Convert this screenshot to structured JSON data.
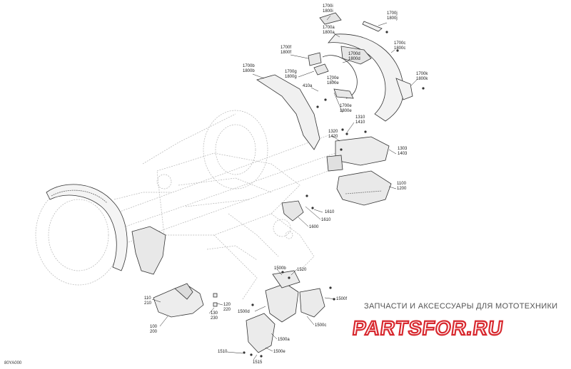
{
  "diagram": {
    "id_label": "80YA000",
    "callouts": [
      {
        "key": "c1",
        "lines": [
          "1700i",
          "1800i"
        ]
      },
      {
        "key": "c2",
        "lines": [
          "1700j",
          "1800j"
        ]
      },
      {
        "key": "c3",
        "lines": [
          "1700a",
          "1800a"
        ]
      },
      {
        "key": "c4",
        "lines": [
          "1700c",
          "1800c"
        ]
      },
      {
        "key": "c5",
        "lines": [
          "1700f",
          "1800f"
        ]
      },
      {
        "key": "c6",
        "lines": [
          "1700d",
          "1800d"
        ]
      },
      {
        "key": "c7",
        "lines": [
          "1700b",
          "1800b"
        ]
      },
      {
        "key": "c8",
        "lines": [
          "1700g",
          "1800g"
        ]
      },
      {
        "key": "c9",
        "lines": [
          "1700k",
          "1800k"
        ]
      },
      {
        "key": "c10",
        "lines": [
          "1700e",
          "1800e"
        ]
      },
      {
        "key": "c11",
        "lines": [
          "410a"
        ]
      },
      {
        "key": "c12",
        "lines": [
          "1700e",
          "1800e"
        ]
      },
      {
        "key": "c13",
        "lines": [
          "1310",
          "1410"
        ]
      },
      {
        "key": "c14",
        "lines": [
          "1320",
          "1420"
        ]
      },
      {
        "key": "c15",
        "lines": [
          "1303",
          "1403"
        ]
      },
      {
        "key": "c16",
        "lines": [
          "1100",
          "1200"
        ]
      },
      {
        "key": "c17",
        "lines": [
          "1610"
        ]
      },
      {
        "key": "c18",
        "lines": [
          "1610"
        ]
      },
      {
        "key": "c19",
        "lines": [
          "1600"
        ]
      },
      {
        "key": "c20",
        "lines": [
          "1500b"
        ]
      },
      {
        "key": "c21",
        "lines": [
          "1520"
        ]
      },
      {
        "key": "c22",
        "lines": [
          "1500f"
        ]
      },
      {
        "key": "c23",
        "lines": [
          "1500d"
        ]
      },
      {
        "key": "c24",
        "lines": [
          "1500c"
        ]
      },
      {
        "key": "c25",
        "lines": [
          "1500a"
        ]
      },
      {
        "key": "c26",
        "lines": [
          "1500e"
        ]
      },
      {
        "key": "c27",
        "lines": [
          "1510"
        ]
      },
      {
        "key": "c28",
        "lines": [
          "1515"
        ]
      },
      {
        "key": "c29",
        "lines": [
          "110",
          "210"
        ]
      },
      {
        "key": "c30",
        "lines": [
          "120",
          "220"
        ]
      },
      {
        "key": "c31",
        "lines": [
          "130",
          "230"
        ]
      },
      {
        "key": "c32",
        "lines": [
          "100",
          "200"
        ]
      }
    ]
  },
  "watermark": {
    "tagline": "ЗАПЧАСТИ И АКСЕССУАРЫ ДЛЯ МОТОТЕХНИКИ",
    "brand": "PARTSFOR.RU",
    "colors": {
      "brand_red": "#d8292f",
      "tagline_gray": "#555555"
    }
  }
}
